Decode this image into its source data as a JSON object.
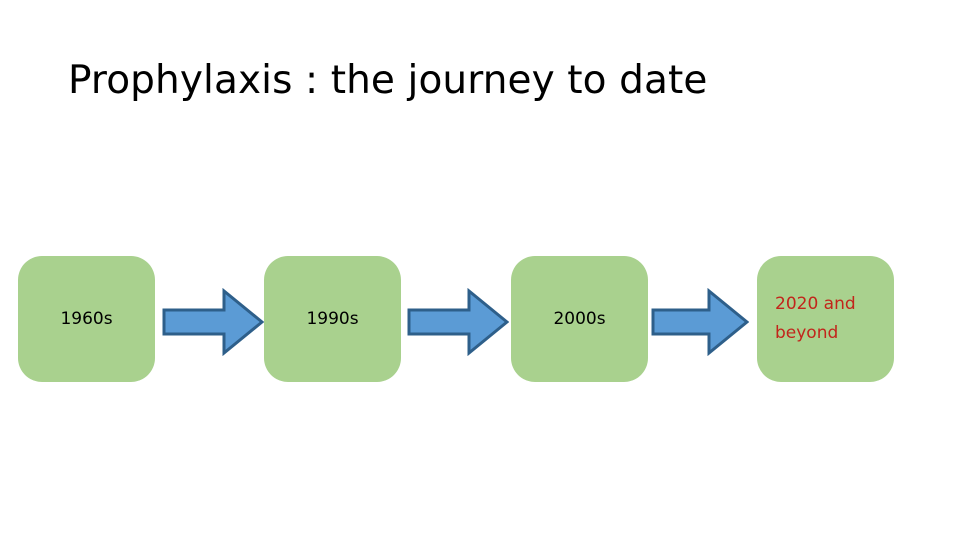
{
  "slide": {
    "title": "Prophylaxis : the journey to date",
    "background_color": "#ffffff"
  },
  "timeline": {
    "box_fill_color": "#a9d18e",
    "arrow_fill_color": "#5b9bd5",
    "arrow_border_color": "#2e5f8a",
    "default_text_color": "#000000",
    "highlight_text_color": "#c2251b",
    "stages": [
      {
        "label": "1960s",
        "text_color": "#000000",
        "align": "center"
      },
      {
        "label": "1990s",
        "text_color": "#000000",
        "align": "center"
      },
      {
        "label": "2000s",
        "text_color": "#000000",
        "align": "center"
      },
      {
        "label": "2020 and beyond",
        "text_color": "#c2251b",
        "align": "left"
      }
    ],
    "connectors": [
      {
        "name": "arrow-right-icon",
        "from": "1960s",
        "to": "1990s"
      },
      {
        "name": "arrow-right-icon",
        "from": "1990s",
        "to": "2000s"
      },
      {
        "name": "arrow-right-icon",
        "from": "2000s",
        "to": "2020 and beyond"
      }
    ]
  }
}
